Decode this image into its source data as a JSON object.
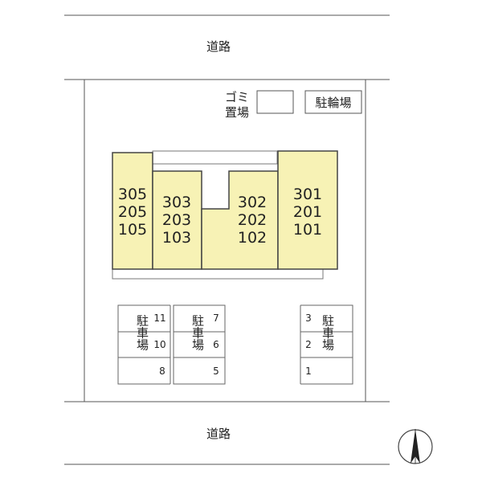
{
  "roads": {
    "top": "道路",
    "bottom": "道路"
  },
  "garbage": {
    "line1": "ゴミ",
    "line2": "置場"
  },
  "bicycle": "駐輪場",
  "building": {
    "fill": "#f7f2b5",
    "units": [
      {
        "line1": "305",
        "line2": "205",
        "line3": "105"
      },
      {
        "line1": "303",
        "line2": "203",
        "line3": "103"
      },
      {
        "line1": "302",
        "line2": "202",
        "line3": "102"
      },
      {
        "line1": "301",
        "line2": "201",
        "line3": "101"
      }
    ]
  },
  "parking": [
    {
      "label": "駐車場",
      "spaces": [
        "11",
        "10",
        "8"
      ]
    },
    {
      "label": "駐車場",
      "spaces": [
        "7",
        "6",
        "5"
      ]
    },
    {
      "label": "駐車場",
      "spaces": [
        "3",
        "2",
        "1"
      ]
    }
  ],
  "compass": "north-arrow"
}
